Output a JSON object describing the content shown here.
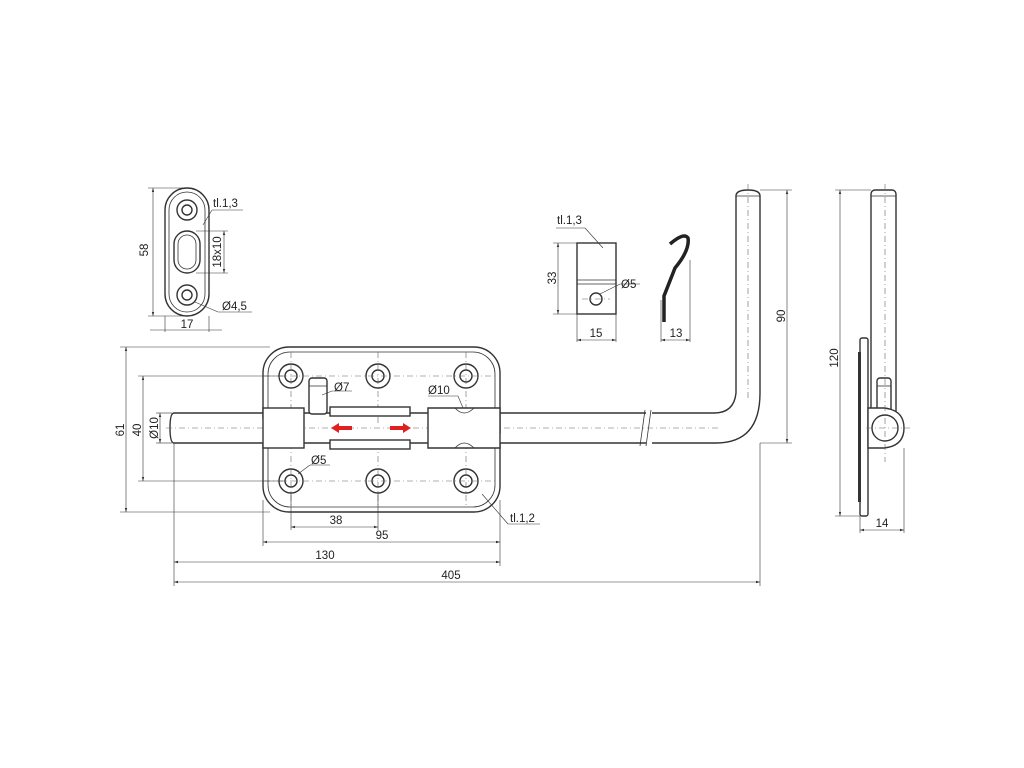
{
  "colors": {
    "line": "#333333",
    "arrow": "#e02020",
    "background": "#ffffff"
  },
  "strike_plate": {
    "height": "58",
    "width": "17",
    "thickness": "tl.1,3",
    "slot": "18x10",
    "hole": "Ø4,5"
  },
  "keeper": {
    "thickness": "tl.1,3",
    "height": "33",
    "hole": "Ø5",
    "width": "15",
    "hook_width": "13"
  },
  "main_view": {
    "handle_height": "90",
    "plate_height": "61",
    "hole_spacing_vertical": "40",
    "bolt_diameter": "Ø10",
    "knob_diameter": "Ø7",
    "bolt_diameter_right": "Ø10",
    "screw_hole": "Ø5",
    "hole_spacing_horizontal": "38",
    "plate_width": "95",
    "plate_thickness": "tl.1,2",
    "bolt_length": "130",
    "total_length": "405"
  },
  "side_view": {
    "height": "120",
    "depth": "14"
  }
}
